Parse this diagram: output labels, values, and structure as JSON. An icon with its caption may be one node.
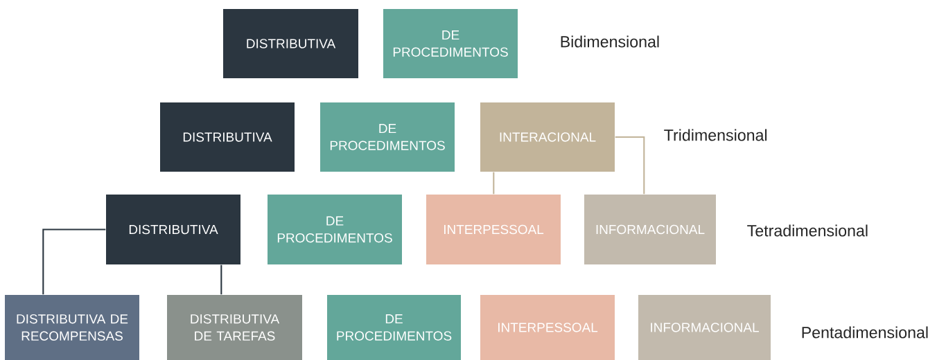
{
  "diagram": {
    "nodes": [
      {
        "text": [
          "DISTRIBUTIVA"
        ]
      },
      {
        "text": [
          "DE PROCEDIMENTOS"
        ]
      },
      {
        "text": [
          "DISTRIBUTIVA"
        ]
      },
      {
        "text": [
          "DE PROCEDIMENTOS"
        ]
      },
      {
        "text": [
          "INTERACIONAL"
        ]
      },
      {
        "text": [
          "DISTRIBUTIVA"
        ]
      },
      {
        "text": [
          "DE PROCEDIMENTOS"
        ]
      },
      {
        "text": [
          "INTERPESSOAL"
        ]
      },
      {
        "text": [
          "INFORMACIONAL"
        ]
      },
      {
        "text": [
          "DISTRIBUTIVA DE RECOMPENSAS"
        ]
      },
      {
        "text": [
          "DISTRIBUTIVA DE TAREFAS"
        ]
      },
      {
        "text": [
          "DE PROCEDIMENTOS"
        ]
      },
      {
        "text": [
          "INTERPESSOAL"
        ]
      },
      {
        "text": [
          "INFORMACIONAL"
        ]
      }
    ],
    "edges": [
      {
        "from": 4,
        "to": 7,
        "arrow": "none",
        "color": "#c2b49a"
      },
      {
        "from": 4,
        "to": 8,
        "arrow": "none",
        "color": "#c2b49a"
      },
      {
        "from": 5,
        "to": 9,
        "arrow": "none",
        "color": "#2b3640"
      },
      {
        "from": 5,
        "to": 10,
        "arrow": "none",
        "color": "#2b3640"
      }
    ],
    "labels": [
      "Bidimensional",
      "Tridimensional",
      "Tetradimensional",
      "Pentadimensional"
    ]
  }
}
